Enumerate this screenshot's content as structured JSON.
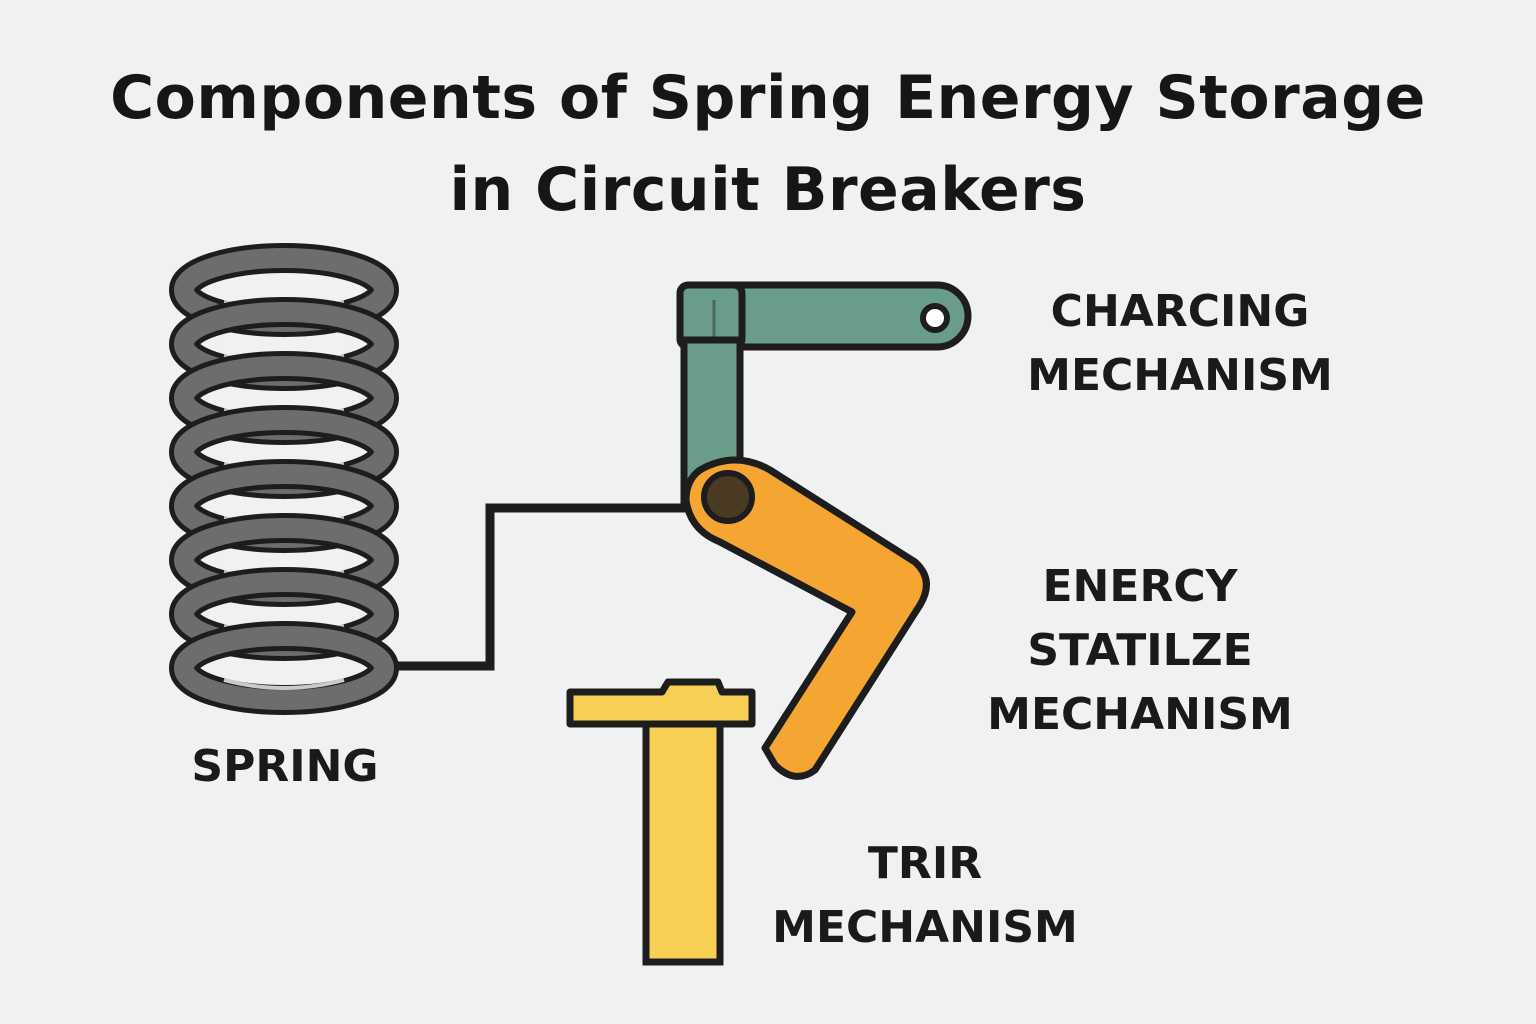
{
  "title": {
    "line1": "Components of Spring Energy Storage",
    "line2": "in Circuit Breakers"
  },
  "labels": {
    "charging": {
      "line1": "CHARCING",
      "line2": "MECHANISM"
    },
    "energy": {
      "line1": "ENERCY",
      "line2": "STATILZE",
      "line3": "MECHANISM"
    },
    "trip": {
      "line1": "TRIR",
      "line2": "MECHANISM"
    },
    "spring": "SPRING"
  },
  "colors": {
    "background": "#f0f1f2",
    "spring": "#6b6d6f",
    "charging_arm": "#6a9c8a",
    "energy_lever": "#f5a531",
    "trip_post": "#f8cf55",
    "outline": "#1d1d1d"
  }
}
